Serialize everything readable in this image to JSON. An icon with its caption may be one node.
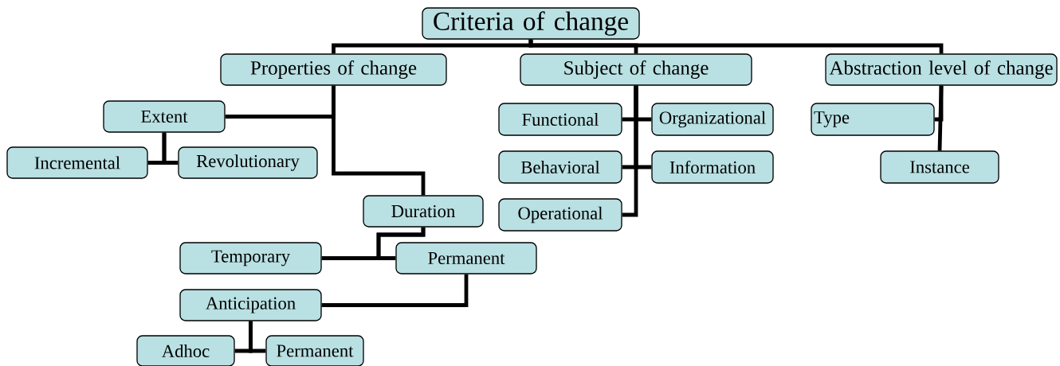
{
  "diagram": {
    "nodes": [
      {
        "text": [
          "Criteria of change"
        ]
      },
      {
        "text": [
          "Properties of change"
        ]
      },
      {
        "text": [
          "Subject of change"
        ]
      },
      {
        "text": [
          "Abstraction level of change"
        ]
      },
      {
        "text": [
          "Extent"
        ]
      },
      {
        "text": [
          "Incremental"
        ]
      },
      {
        "text": [
          "Revolutionary"
        ]
      },
      {
        "text": [
          "Functional"
        ]
      },
      {
        "text": [
          "Organizational"
        ]
      },
      {
        "text": [
          "Behavioral"
        ]
      },
      {
        "text": [
          "Information"
        ]
      },
      {
        "text": [
          "Operational"
        ]
      },
      {
        "text": [
          "Type"
        ]
      },
      {
        "text": [
          "Instance"
        ]
      },
      {
        "text": [
          "Duration"
        ]
      },
      {
        "text": [
          "Temporary"
        ]
      },
      {
        "text": [
          "Permanent"
        ]
      },
      {
        "text": [
          "Anticipation"
        ]
      },
      {
        "text": [
          "Adhoc"
        ]
      },
      {
        "text": [
          "Permanent"
        ]
      }
    ],
    "edges": [
      {
        "from": 0,
        "to": 1,
        "arrow": "none"
      },
      {
        "from": 0,
        "to": 2,
        "arrow": "none"
      },
      {
        "from": 0,
        "to": 3,
        "arrow": "none"
      },
      {
        "from": 1,
        "to": 4,
        "arrow": "none"
      },
      {
        "from": 1,
        "to": 14,
        "arrow": "none"
      },
      {
        "from": 16,
        "to": 17,
        "arrow": "none"
      },
      {
        "from": 14,
        "to": 15,
        "arrow": "none"
      },
      {
        "from": 14,
        "to": 16,
        "arrow": "none"
      },
      {
        "from": 17,
        "to": 18,
        "arrow": "none"
      },
      {
        "from": 17,
        "to": 19,
        "arrow": "none"
      },
      {
        "from": 4,
        "to": 5,
        "arrow": "none"
      },
      {
        "from": 4,
        "to": 6,
        "arrow": "none"
      },
      {
        "from": 2,
        "to": 7,
        "arrow": "none"
      },
      {
        "from": 2,
        "to": 8,
        "arrow": "none"
      },
      {
        "from": 2,
        "to": 9,
        "arrow": "none"
      },
      {
        "from": 2,
        "to": 10,
        "arrow": "none"
      },
      {
        "from": 2,
        "to": 11,
        "arrow": "none"
      },
      {
        "from": 3,
        "to": 12,
        "arrow": "none"
      },
      {
        "from": 3,
        "to": 13,
        "arrow": "none"
      }
    ]
  }
}
